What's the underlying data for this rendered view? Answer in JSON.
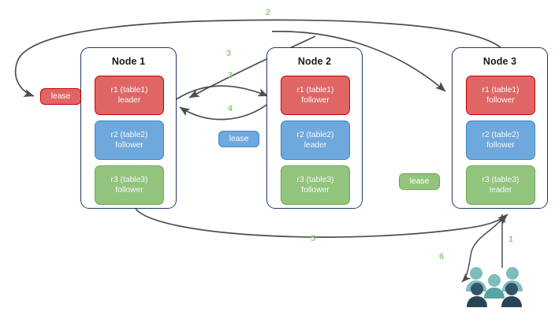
{
  "diagram": {
    "title": "distributed-leaseholder-replica-flow",
    "colors": {
      "replica_red": "#e06666",
      "replica_red_border": "#cc0000",
      "replica_blue": "#6fa8dc",
      "replica_blue_border": "#3d85c6",
      "replica_green": "#93c47d",
      "replica_green_border": "#6aa84f",
      "node_border": "#1f3864",
      "edge_stroke": "#4d4d4d",
      "edge_label": "#8fcf7e",
      "users_light": "#76b5b5",
      "users_dark": "#31566b",
      "background": "#ffffff"
    },
    "nodes": [
      {
        "id": "node1",
        "title": "Node 1",
        "replicas": [
          {
            "id": "n1-r1",
            "color": "red",
            "line1": "r1 (table1)",
            "line2": "leader"
          },
          {
            "id": "n1-r2",
            "color": "blue",
            "line1": "r2 (table2)",
            "line2": "follower"
          },
          {
            "id": "n1-r3",
            "color": "green",
            "line1": "r3 (table3)",
            "line2": "follower"
          }
        ]
      },
      {
        "id": "node2",
        "title": "Node 2",
        "replicas": [
          {
            "id": "n2-r1",
            "color": "red",
            "line1": "r1 (table1)",
            "line2": "follower"
          },
          {
            "id": "n2-r2",
            "color": "blue",
            "line1": "r2 (table2)",
            "line2": "leader"
          },
          {
            "id": "n2-r3",
            "color": "green",
            "line1": "r3 (table3)",
            "line2": "follower"
          }
        ]
      },
      {
        "id": "node3",
        "title": "Node 3",
        "replicas": [
          {
            "id": "n3-r1",
            "color": "red",
            "line1": "r1 (table1)",
            "line2": "follower"
          },
          {
            "id": "n3-r2",
            "color": "blue",
            "line1": "r2 (table2)",
            "line2": "follower"
          },
          {
            "id": "n3-r3",
            "color": "green",
            "line1": "r3 (table3)",
            "line2": "leader"
          }
        ]
      }
    ],
    "leases": [
      {
        "id": "lease-table1",
        "label": "lease",
        "color": "red"
      },
      {
        "id": "lease-table2",
        "label": "lease",
        "color": "blue"
      },
      {
        "id": "lease-table3",
        "label": "lease",
        "color": "green"
      }
    ],
    "edge_labels": [
      {
        "id": "edge-label-2",
        "text": "2"
      },
      {
        "id": "edge-label-3-top",
        "text": "3"
      },
      {
        "id": "edge-label-3-mid",
        "text": "3"
      },
      {
        "id": "edge-label-4",
        "text": "4"
      },
      {
        "id": "edge-label-5",
        "text": "5"
      },
      {
        "id": "edge-label-1",
        "text": "1"
      },
      {
        "id": "edge-label-6",
        "text": "6"
      }
    ],
    "icons": {
      "users": "users-group-icon"
    }
  }
}
